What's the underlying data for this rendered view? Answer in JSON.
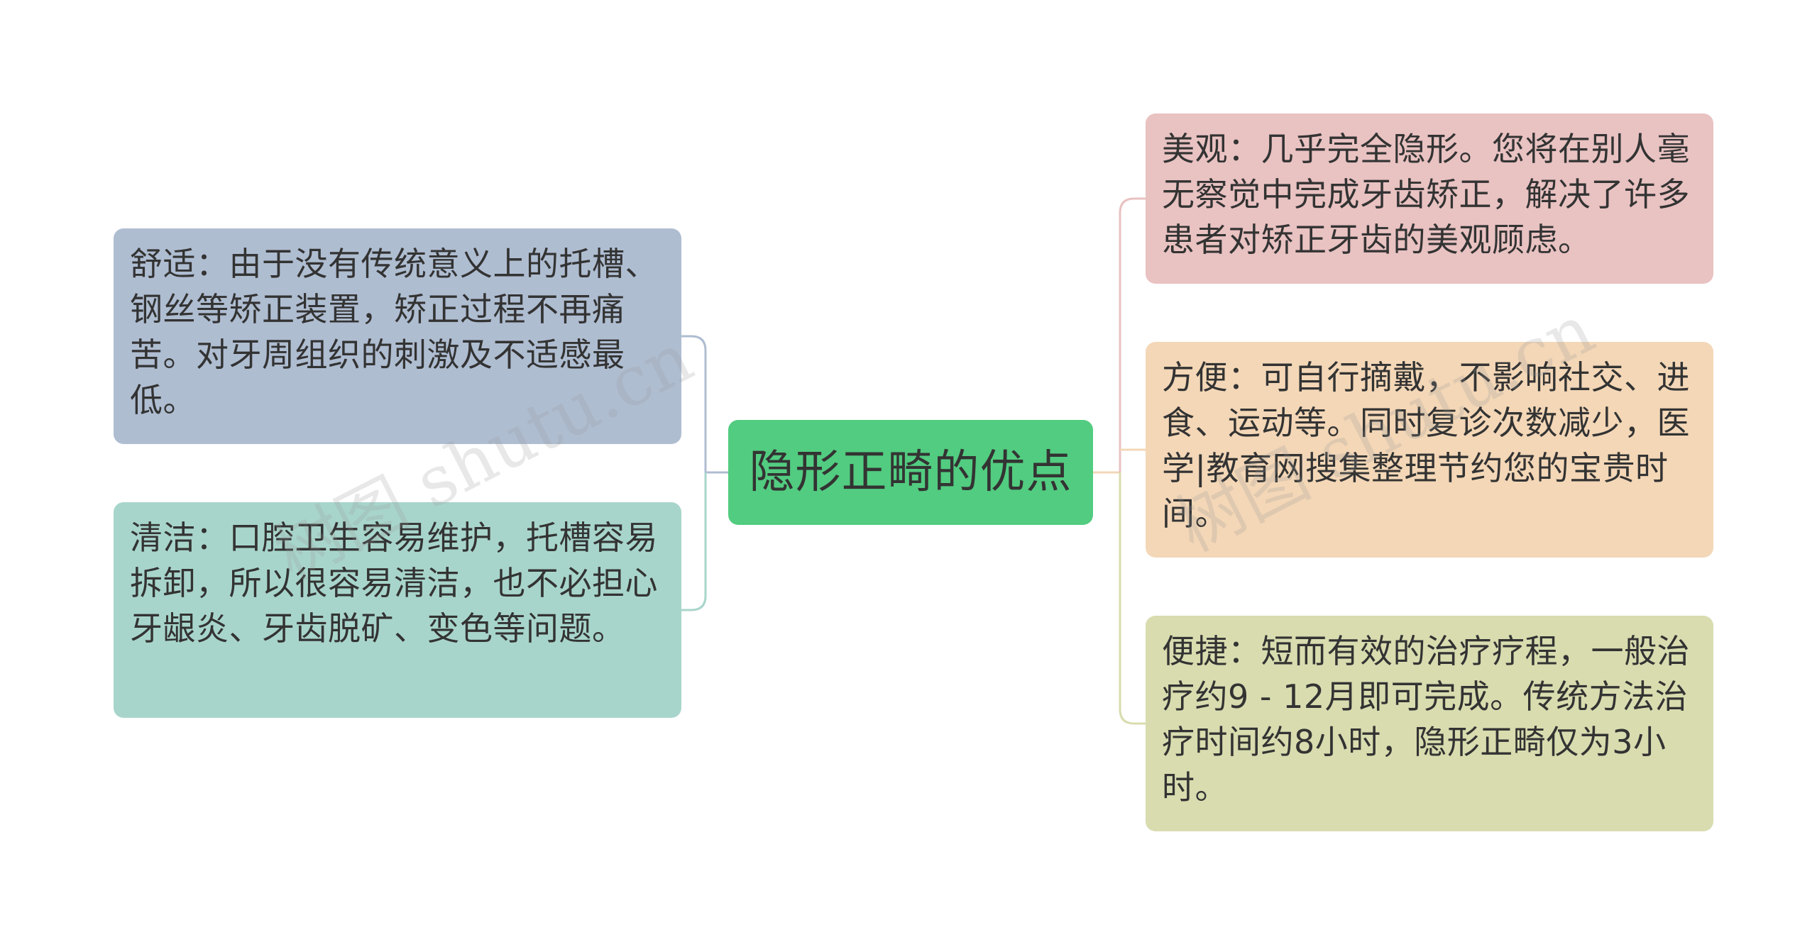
{
  "central": {
    "label": "隐形正畸的优点",
    "color": "#52cc80"
  },
  "left_branches": [
    {
      "text": "舒适：由于没有传统意义上的托槽、钢丝等矫正装置，矫正过程不再痛苦。对牙周组织的刺激及不适感最低。",
      "color": "#afbdd1",
      "line_color": "#afbdd1"
    },
    {
      "text": "清洁：口腔卫生容易维护，托槽容易拆卸，所以很容易清洁，也不必担心牙龈炎、牙齿脱矿、变色等问题。",
      "color": "#a8d5cb",
      "line_color": "#a8d5cb"
    }
  ],
  "right_branches": [
    {
      "text": "美观：几乎完全隐形。您将在别人毫无察觉中完成牙齿矫正，解决了许多患者对矫正牙齿的美观顾虑。",
      "color": "#e9c2c2",
      "line_color": "#e9c2c2"
    },
    {
      "text": "方便：可自行摘戴，不影响社交、进食、运动等。同时复诊次数减少，医学|教育网搜集整理节约您的宝贵时间。",
      "color": "#f3d7b7",
      "line_color": "#f3d7b7"
    },
    {
      "text": "便捷：短而有效的治疗疗程，一般治疗约9 - 12月即可完成。传统方法治疗时间约8小时，隐形正畸仅为3小时。",
      "color": "#d9dcaf",
      "line_color": "#d9dcaf"
    }
  ],
  "watermarks": [
    "树图 shutu.cn",
    "树图 shutu.cn"
  ]
}
